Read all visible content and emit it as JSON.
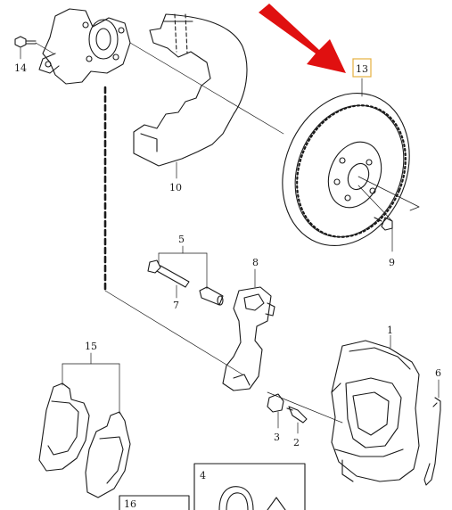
{
  "callouts": {
    "c1": "1",
    "c2": "2",
    "c3": "3",
    "c4": "4",
    "c5": "5",
    "c6": "6",
    "c7": "7",
    "c8": "8",
    "c9": "9",
    "c10": "10",
    "c13": "13",
    "c14": "14",
    "c15": "15",
    "c16": "16"
  },
  "colors": {
    "line": "#1a1a1a",
    "highlight_box": "#e6b040",
    "arrow": "#e01010"
  },
  "highlighted_part": "13"
}
